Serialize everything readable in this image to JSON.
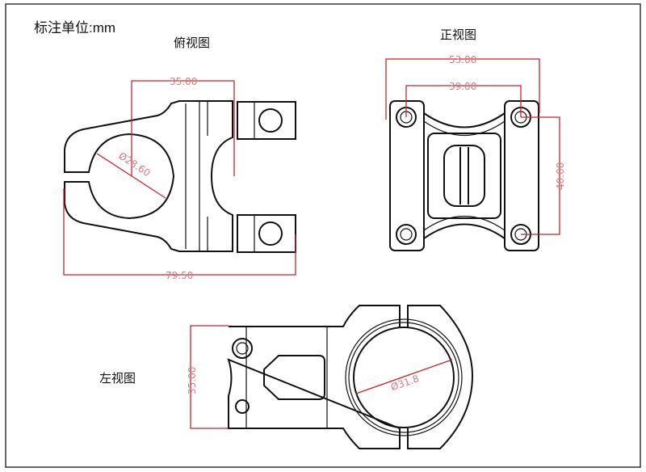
{
  "unit_label": "标注单位:mm",
  "views": {
    "top": {
      "title": "俯视图",
      "dim_width": "35.00",
      "dim_diameter": "Ø28.60",
      "dim_length": "79.50"
    },
    "front": {
      "title": "正视图",
      "dim_outer": "53.00",
      "dim_inner": "39.00",
      "dim_height": "40.00"
    },
    "left": {
      "title": "左视图",
      "dim_height": "35.00",
      "dim_diameter": "Ø31.8"
    }
  },
  "colors": {
    "line": "#111111",
    "dimension": "#c8232c"
  }
}
